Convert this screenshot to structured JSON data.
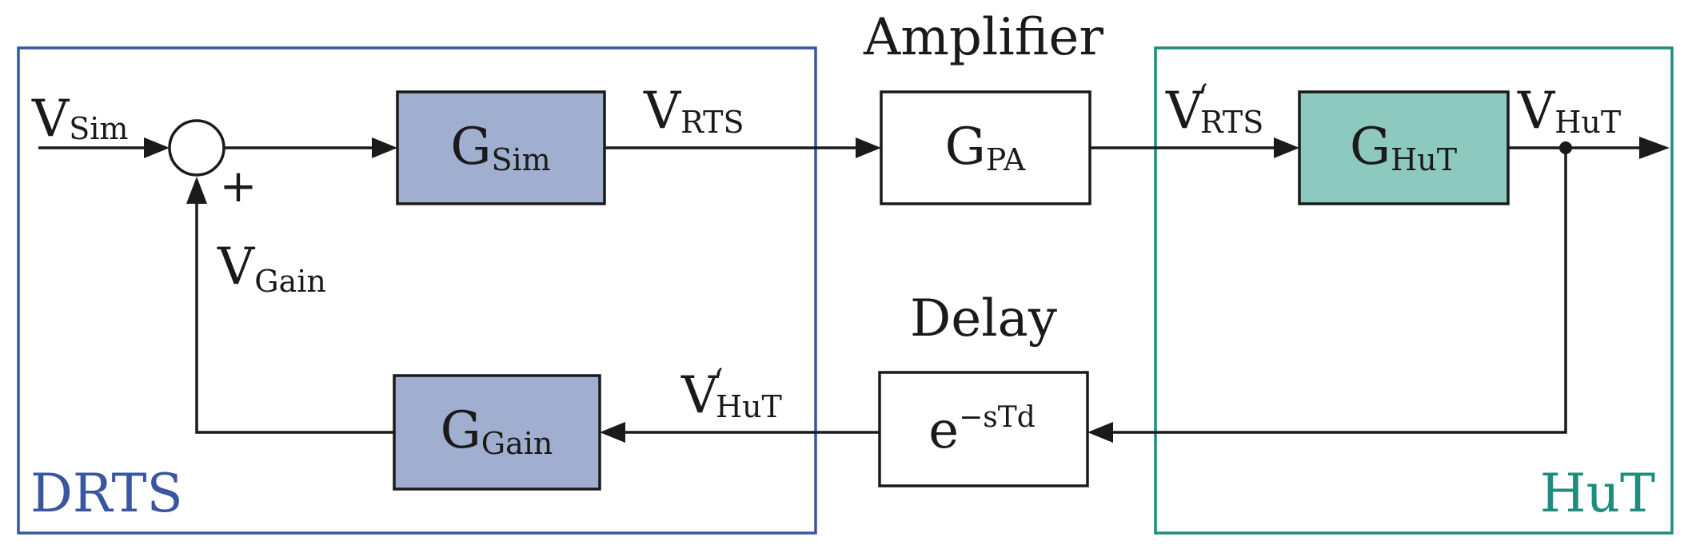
{
  "colors": {
    "drts": "#3a56a0",
    "hut": "#1f8c7e",
    "sim_gain_fill": "#a0aed0",
    "hut_fill": "#8ec9bf",
    "line": "#1a1a1a"
  },
  "regions": {
    "drts_label": "DRTS",
    "hut_label": "HuT",
    "amplifier_title": "Amplifier",
    "delay_title": "Delay"
  },
  "blocks": {
    "g_sim": {
      "main": "G",
      "sub": "Sim"
    },
    "g_pa": {
      "main": "G",
      "sub": "PA"
    },
    "g_hut": {
      "main": "G",
      "sub": "HuT"
    },
    "g_gain": {
      "main": "G",
      "sub": "Gain"
    },
    "delay": {
      "main": "e",
      "sup": "−sTd"
    }
  },
  "signals": {
    "v_sim": {
      "main": "V",
      "sub": "Sim"
    },
    "v_rts": {
      "main": "V",
      "sub": "RTS"
    },
    "v_rts_prime": {
      "main": "V",
      "sub": "RTS",
      "mark": "‘"
    },
    "v_hut": {
      "main": "V",
      "sub": "HuT"
    },
    "v_hut_prime": {
      "main": "V",
      "sub": "HuT",
      "mark": "‘"
    },
    "v_gain": {
      "main": "V",
      "sub": "Gain"
    }
  },
  "summing_sign": "+"
}
